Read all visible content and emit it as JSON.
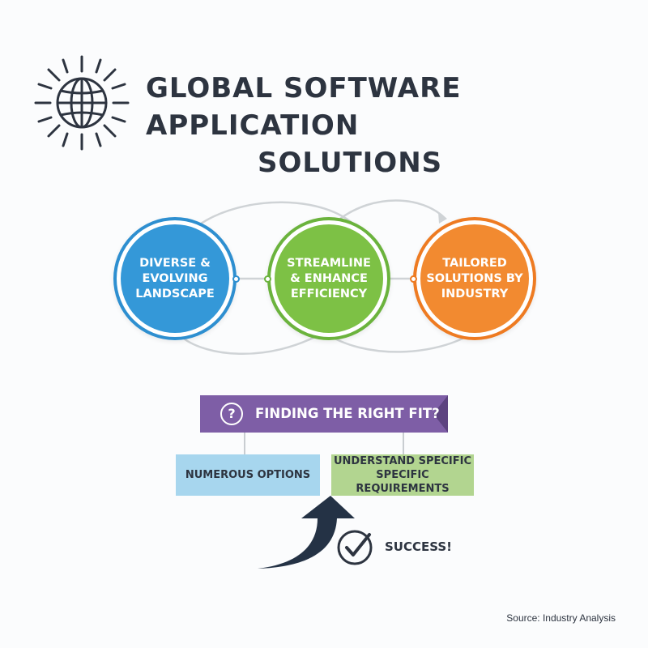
{
  "title": {
    "line1": "GLOBAL SOFTWARE APPLICATION",
    "line2": "SOLUTIONS"
  },
  "cycle": [
    {
      "lines": [
        "DIVERSE &",
        "EVOLVING",
        "LANDSCAPE"
      ],
      "color": "#3498d8"
    },
    {
      "lines": [
        "STREAMLINE",
        "& ENHANCE",
        "EFFICIENCY"
      ],
      "color": "#7dc145"
    },
    {
      "lines": [
        "TAILORED",
        "SOLUTIONS BY",
        "INDUSTRY"
      ],
      "color": "#f28a30"
    }
  ],
  "question": {
    "icon": "question-icon",
    "glyph": "?",
    "label": "FINDING THE RIGHT FIT?",
    "color": "#7e5ea6"
  },
  "options": {
    "left": {
      "label": "NUMEROUS OPTIONS",
      "color": "#a7d6ee"
    },
    "right": {
      "lines": [
        "UNDERSTAND SPECIFIC",
        "SPECIFIC REQUIREMENTS"
      ],
      "color": "#b2d590"
    }
  },
  "outcome": {
    "icon": "checkmark-icon",
    "label": "SUCCESS!"
  },
  "source": "Source: Industry Analysis"
}
